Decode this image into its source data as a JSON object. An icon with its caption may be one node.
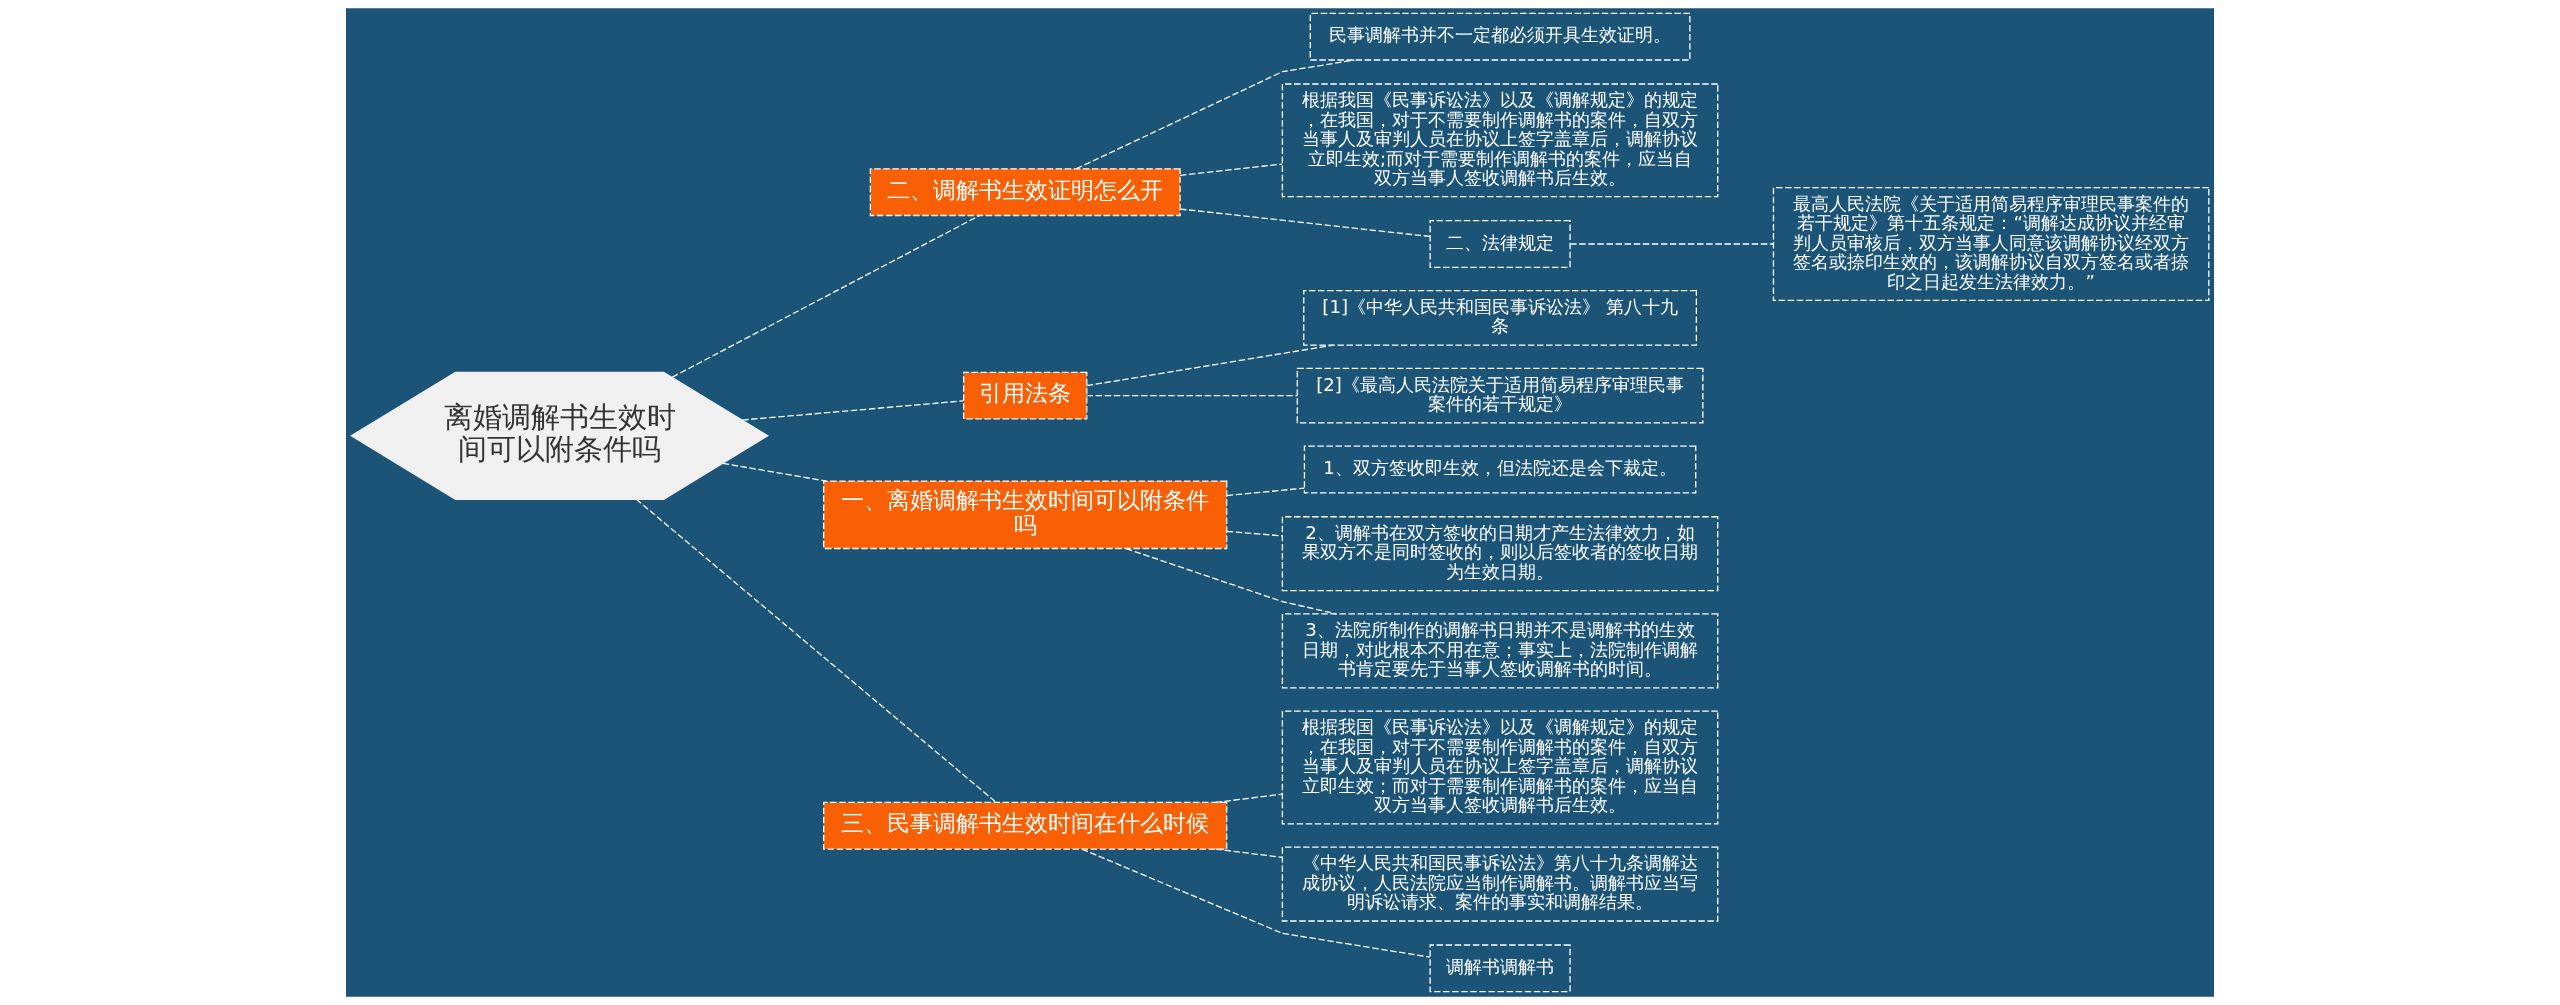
{
  "diagram": {
    "nodes": [
      {
        "text": [
          "离婚调解书生效时间可以附条件吗"
        ]
      },
      {
        "text": [
          "二、调解书生效证明怎么开"
        ]
      },
      {
        "text": [
          "民事调解书并不一定都必须开具生效证明。"
        ]
      },
      {
        "text": [
          "根据我国《民事诉讼法》以及《调解规定》的规定，在我国，对于不需要制作调解书的案件，自双方当事人及审判人员在协议上签字盖章后，调解协议立即生效;而对于需要制作调解书的案件，应当自双方当事人签收调解书后生效。"
        ]
      },
      {
        "text": [
          "二、法律规定"
        ]
      },
      {
        "text": [
          "最高人民法院《关于适用简易程序审理民事案件的若干规定》第十五条规定：“调解达成协议并经审判人员审核后，双方当事人同意该调解协议经双方签名或捺印生效的，该调解协议自双方签名或者捺印之日起发生法律效力。”"
        ]
      },
      {
        "text": [
          "引用法条"
        ]
      },
      {
        "text": [
          "[1]《中华人民共和国民事诉讼法》 第八十九条"
        ]
      },
      {
        "text": [
          "[2]《最高人民法院关于适用简易程序审理民事案件的若干规定》"
        ]
      },
      {
        "text": [
          "一、离婚调解书生效时间可以附条件吗"
        ]
      },
      {
        "text": [
          "1、双方签收即生效，但法院还是会下裁定。"
        ]
      },
      {
        "text": [
          "2、调解书在双方签收的日期才产生法律效力，如果双方不是同时签收的，则以后签收者的签收日期为生效日期。"
        ]
      },
      {
        "text": [
          "3、法院所制作的调解书日期并不是调解书的生效日期，对此根本不用在意；事实上，法院制作调解书肯定要先于当事人签收调解书的时间。"
        ]
      },
      {
        "text": [
          "三、民事调解书生效时间在什么时候"
        ]
      },
      {
        "text": [
          "根据我国《民事诉讼法》以及《调解规定》的规定，在我国，对于不需要制作调解书的案件，自双方当事人及审判人员在协议上签字盖章后，调解协议立即生效；而对于需要制作调解书的案件，应当自双方当事人签收调解书后生效。"
        ]
      },
      {
        "text": [
          "《中华人民共和国民事诉讼法》第八十九条调解达成协议，人民法院应当制作调解书。调解书应当写明诉讼请求、案件的事实和调解结果。"
        ]
      },
      {
        "text": [
          "调解书调解书"
        ]
      }
    ],
    "edges": [
      {
        "from": 0,
        "to": 1,
        "arrow": "none"
      },
      {
        "from": 1,
        "to": 2,
        "arrow": "none"
      },
      {
        "from": 1,
        "to": 3,
        "arrow": "none"
      },
      {
        "from": 1,
        "to": 4,
        "arrow": "none"
      },
      {
        "from": 4,
        "to": 5,
        "arrow": "none"
      },
      {
        "from": 0,
        "to": 6,
        "arrow": "none"
      },
      {
        "from": 6,
        "to": 7,
        "arrow": "none"
      },
      {
        "from": 6,
        "to": 8,
        "arrow": "none"
      },
      {
        "from": 0,
        "to": 9,
        "arrow": "none"
      },
      {
        "from": 9,
        "to": 10,
        "arrow": "none"
      },
      {
        "from": 9,
        "to": 11,
        "arrow": "none"
      },
      {
        "from": 9,
        "to": 12,
        "arrow": "none"
      },
      {
        "from": 0,
        "to": 13,
        "arrow": "none"
      },
      {
        "from": 13,
        "to": 14,
        "arrow": "none"
      },
      {
        "from": 13,
        "to": 15,
        "arrow": "none"
      },
      {
        "from": 13,
        "to": 16,
        "arrow": "none"
      }
    ]
  }
}
